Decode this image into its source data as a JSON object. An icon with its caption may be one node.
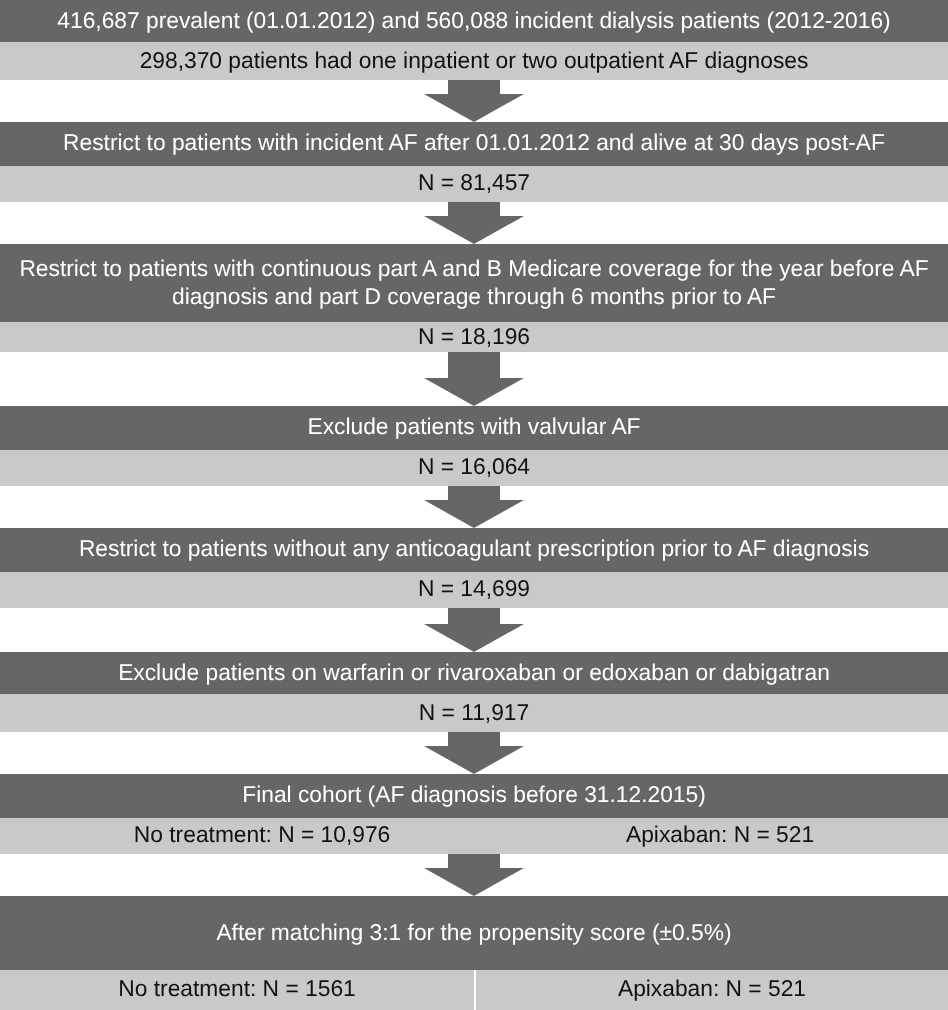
{
  "diagram": {
    "nodes": [
      {
        "text": [
          "416,687 prevalent (01.01.2012) and 560,088 incident dialysis patients (2012-2016)"
        ]
      },
      {
        "text": [
          "298,370 patients had one inpatient or two outpatient AF diagnoses"
        ]
      },
      {
        "text": [
          "Restrict to patients with incident AF after 01.01.2012 and alive at 30 days post-AF"
        ]
      },
      {
        "text": [
          "N = 81,457"
        ]
      },
      {
        "text": [
          "Restrict to patients with continuous part A and B Medicare coverage for the year before AF diagnosis and part D coverage through 6 months prior to AF"
        ]
      },
      {
        "text": [
          "N = 18,196"
        ]
      },
      {
        "text": [
          "Exclude patients with valvular AF"
        ]
      },
      {
        "text": [
          "N = 16,064"
        ]
      },
      {
        "text": [
          "Restrict to patients without any anticoagulant prescription prior to AF diagnosis"
        ]
      },
      {
        "text": [
          "N = 14,699"
        ]
      },
      {
        "text": [
          "Exclude patients on warfarin or rivaroxaban or edoxaban or dabigatran"
        ]
      },
      {
        "text": [
          "N = 11,917"
        ]
      },
      {
        "text": [
          "Final cohort (AF diagnosis before 31.12.2015)"
        ]
      },
      {
        "text": [
          "No treatment: N = 10,976",
          "Apixaban: N = 521"
        ]
      },
      {
        "text": [
          "After matching 3:1 for the propensity score (±0.5%)"
        ]
      },
      {
        "text": [
          "No treatment: N = 1561"
        ]
      },
      {
        "text": [
          "Apixaban: N = 521"
        ]
      }
    ],
    "edges": [
      {
        "from": 1,
        "to": 2,
        "arrow": "to"
      },
      {
        "from": 3,
        "to": 4,
        "arrow": "to"
      },
      {
        "from": 5,
        "to": 6,
        "arrow": "to"
      },
      {
        "from": 7,
        "to": 8,
        "arrow": "to"
      },
      {
        "from": 9,
        "to": 10,
        "arrow": "to"
      },
      {
        "from": 11,
        "to": 12,
        "arrow": "to"
      },
      {
        "from": 13,
        "to": 14,
        "arrow": "to"
      }
    ]
  }
}
